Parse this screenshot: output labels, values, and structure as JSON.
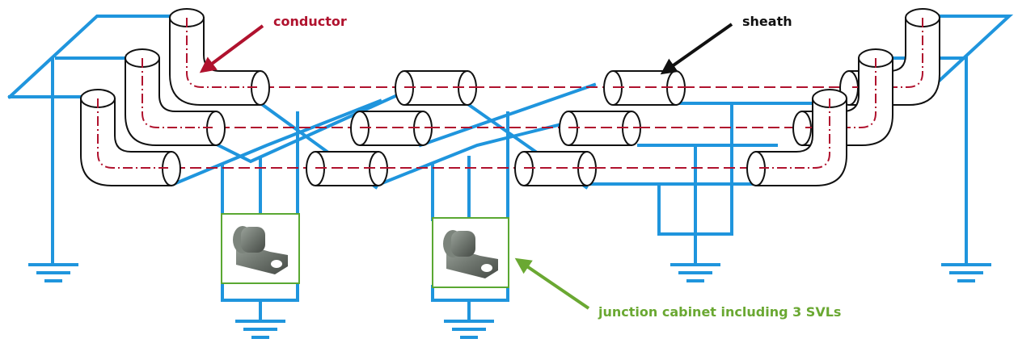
{
  "labels": {
    "conductor": "conductor",
    "sheath": "sheath",
    "junction": "junction cabinet including 3 SVLs"
  },
  "colors": {
    "conductor": "#b0122e",
    "sheath_arrow": "#111111",
    "junction": "#6aa832",
    "bonding": "#1f95dd"
  },
  "icons": {
    "ground": "ground-symbol-icon",
    "svl": "surge-voltage-limiter-icon"
  }
}
